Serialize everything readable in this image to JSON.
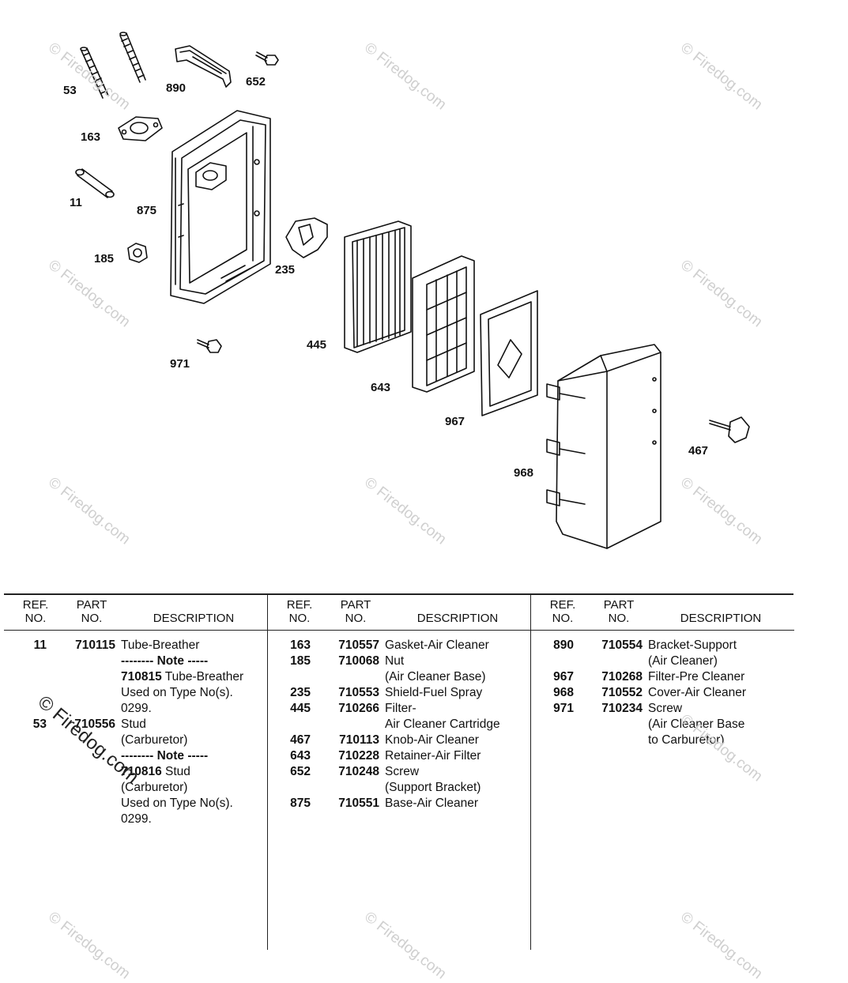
{
  "callouts": {
    "c53": "53",
    "c890": "890",
    "c652": "652",
    "c163": "163",
    "c11": "11",
    "c875": "875",
    "c185": "185",
    "c235": "235",
    "c971": "971",
    "c445": "445",
    "c643": "643",
    "c967": "967",
    "c968": "968",
    "c467": "467"
  },
  "watermark": "© Firedog.com",
  "table": {
    "headers": {
      "ref1": "REF.",
      "ref2": "NO.",
      "part1": "PART",
      "part2": "NO.",
      "desc": "DESCRIPTION"
    },
    "col1": [
      {
        "ref": "11",
        "part": "710115",
        "desc": "Tube-Breather"
      },
      {
        "ref": "",
        "part": "",
        "desc": "",
        "note": "-------- Note -----"
      },
      {
        "ref": "",
        "part": "",
        "desc": "Tube-Breather",
        "inline_part": "710815"
      },
      {
        "ref": "",
        "part": "",
        "desc": "Used on Type No(s)."
      },
      {
        "ref": "",
        "part": "",
        "desc": "0299."
      },
      {
        "ref": "53",
        "part": "710556",
        "desc": "Stud"
      },
      {
        "ref": "",
        "part": "",
        "desc": "(Carburetor)"
      },
      {
        "ref": "",
        "part": "",
        "desc": "",
        "note": "-------- Note -----"
      },
      {
        "ref": "",
        "part": "",
        "desc": "Stud",
        "inline_part": "710816"
      },
      {
        "ref": "",
        "part": "",
        "desc": "(Carburetor)"
      },
      {
        "ref": "",
        "part": "",
        "desc": "Used on Type No(s)."
      },
      {
        "ref": "",
        "part": "",
        "desc": "0299."
      }
    ],
    "col2": [
      {
        "ref": "163",
        "part": "710557",
        "desc": "Gasket-Air Cleaner"
      },
      {
        "ref": "185",
        "part": "710068",
        "desc": "Nut"
      },
      {
        "ref": "",
        "part": "",
        "desc": "(Air Cleaner Base)"
      },
      {
        "ref": "235",
        "part": "710553",
        "desc": "Shield-Fuel Spray"
      },
      {
        "ref": "445",
        "part": "710266",
        "desc": "Filter-"
      },
      {
        "ref": "",
        "part": "",
        "desc": "Air Cleaner Cartridge"
      },
      {
        "ref": "467",
        "part": "710113",
        "desc": "Knob-Air Cleaner"
      },
      {
        "ref": "643",
        "part": "710228",
        "desc": "Retainer-Air Filter"
      },
      {
        "ref": "652",
        "part": "710248",
        "desc": "Screw"
      },
      {
        "ref": "",
        "part": "",
        "desc": "(Support Bracket)"
      },
      {
        "ref": "875",
        "part": "710551",
        "desc": "Base-Air Cleaner"
      }
    ],
    "col3": [
      {
        "ref": "890",
        "part": "710554",
        "desc": "Bracket-Support"
      },
      {
        "ref": "",
        "part": "",
        "desc": "(Air Cleaner)"
      },
      {
        "ref": "967",
        "part": "710268",
        "desc": "Filter-Pre Cleaner"
      },
      {
        "ref": "968",
        "part": "710552",
        "desc": "Cover-Air Cleaner"
      },
      {
        "ref": "971",
        "part": "710234",
        "desc": "Screw"
      },
      {
        "ref": "",
        "part": "",
        "desc": "(Air Cleaner Base"
      },
      {
        "ref": "",
        "part": "",
        "desc": "to Carburetor)"
      }
    ]
  }
}
